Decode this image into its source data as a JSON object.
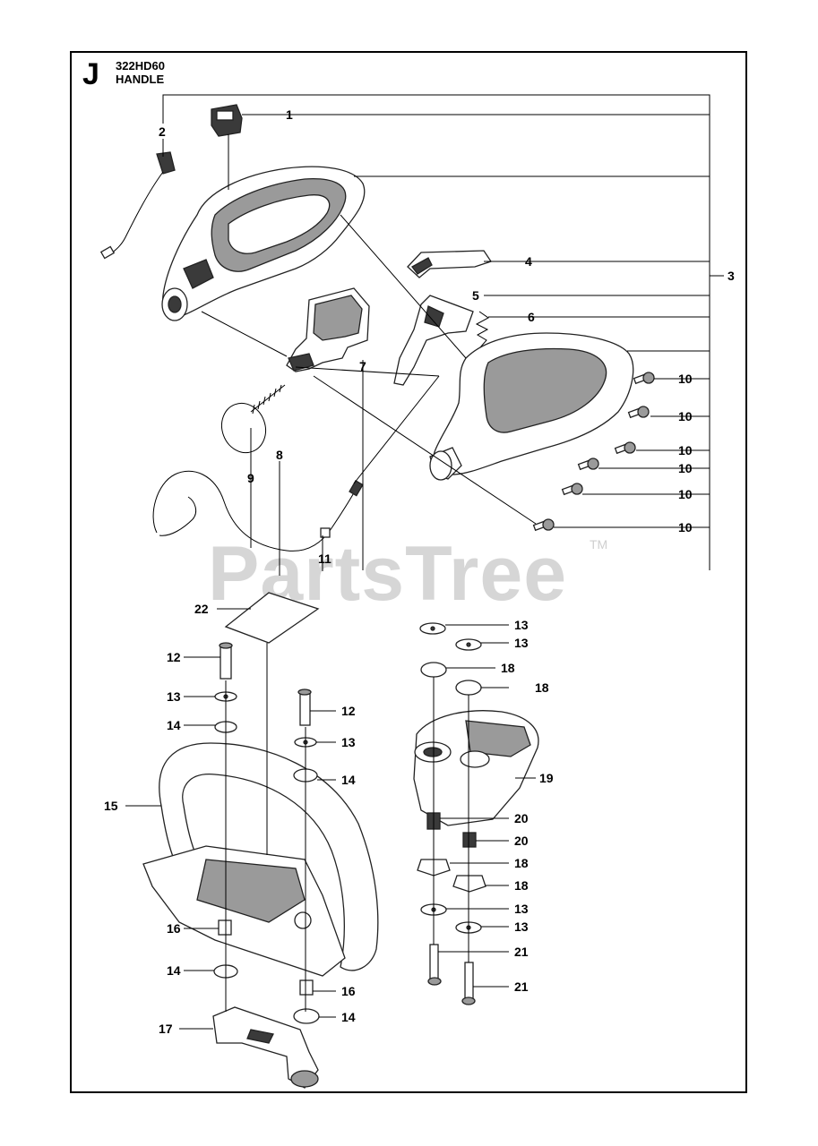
{
  "header": {
    "section_letter": "J",
    "model": "322HD60",
    "title": "HANDLE"
  },
  "watermark": {
    "text": "PartsTree",
    "tm": "TM"
  },
  "callouts": [
    {
      "id": "c1",
      "label": "1"
    },
    {
      "id": "c2",
      "label": "2"
    },
    {
      "id": "c3",
      "label": "3"
    },
    {
      "id": "c4",
      "label": "4"
    },
    {
      "id": "c5",
      "label": "5"
    },
    {
      "id": "c6",
      "label": "6"
    },
    {
      "id": "c7",
      "label": "7"
    },
    {
      "id": "c8",
      "label": "8"
    },
    {
      "id": "c9",
      "label": "9"
    },
    {
      "id": "c10a",
      "label": "10"
    },
    {
      "id": "c10b",
      "label": "10"
    },
    {
      "id": "c10c",
      "label": "10"
    },
    {
      "id": "c10d",
      "label": "10"
    },
    {
      "id": "c10e",
      "label": "10"
    },
    {
      "id": "c10f",
      "label": "10"
    },
    {
      "id": "c11",
      "label": "11"
    },
    {
      "id": "c12a",
      "label": "12"
    },
    {
      "id": "c12b",
      "label": "12"
    },
    {
      "id": "c13a",
      "label": "13"
    },
    {
      "id": "c13b",
      "label": "13"
    },
    {
      "id": "c13c",
      "label": "13"
    },
    {
      "id": "c13d",
      "label": "13"
    },
    {
      "id": "c13e",
      "label": "13"
    },
    {
      "id": "c13f",
      "label": "13"
    },
    {
      "id": "c14a",
      "label": "14"
    },
    {
      "id": "c14b",
      "label": "14"
    },
    {
      "id": "c14c",
      "label": "14"
    },
    {
      "id": "c14d",
      "label": "14"
    },
    {
      "id": "c15",
      "label": "15"
    },
    {
      "id": "c16a",
      "label": "16"
    },
    {
      "id": "c16b",
      "label": "16"
    },
    {
      "id": "c17",
      "label": "17"
    },
    {
      "id": "c18a",
      "label": "18"
    },
    {
      "id": "c18b",
      "label": "18"
    },
    {
      "id": "c18c",
      "label": "18"
    },
    {
      "id": "c18d",
      "label": "18"
    },
    {
      "id": "c19",
      "label": "19"
    },
    {
      "id": "c20a",
      "label": "20"
    },
    {
      "id": "c20b",
      "label": "20"
    },
    {
      "id": "c21a",
      "label": "21"
    },
    {
      "id": "c21b",
      "label": "21"
    },
    {
      "id": "c22",
      "label": "22"
    }
  ]
}
